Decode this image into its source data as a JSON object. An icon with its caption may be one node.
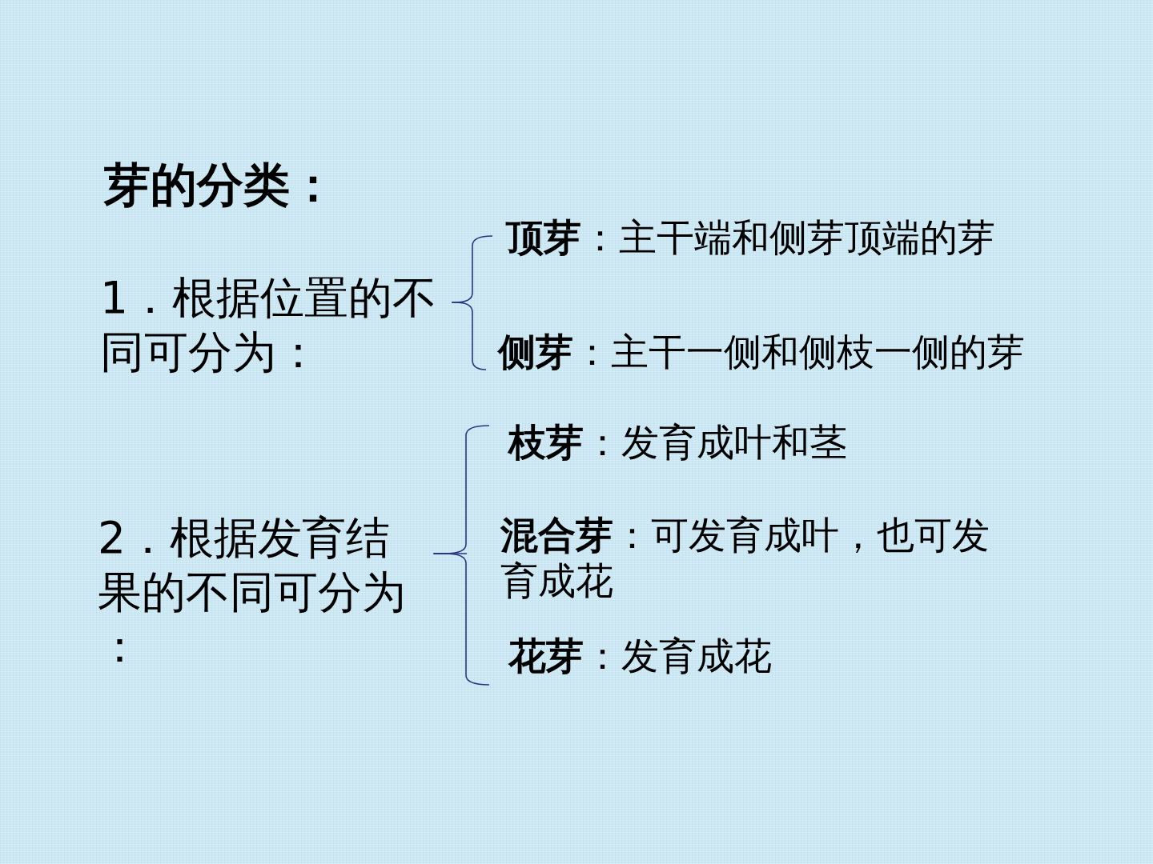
{
  "diagram": {
    "title": "芽的分类：",
    "nodes": [
      {
        "text": [
          "1．根据位置的不同可分为："
        ]
      },
      {
        "text": [
          "**顶芽**：主干端和侧芽顶端的芽"
        ]
      },
      {
        "text": [
          "**侧芽**：主干一侧和侧枝一侧的芽"
        ]
      },
      {
        "text": [
          "2．根据发育结果的不同可分为："
        ]
      },
      {
        "text": [
          "**枝芽**：发育成叶和茎"
        ]
      },
      {
        "text": [
          "**混合芽**：可发育成叶，也可发育成花"
        ]
      },
      {
        "text": [
          "**花芽**：发育成花"
        ]
      }
    ],
    "edges": [
      {
        "from": 0,
        "to": 1,
        "arrow": "none"
      },
      {
        "from": 0,
        "to": 2,
        "arrow": "none"
      },
      {
        "from": 3,
        "to": 4,
        "arrow": "none"
      },
      {
        "from": 3,
        "to": 5,
        "arrow": "none"
      },
      {
        "from": 3,
        "to": 6,
        "arrow": "none"
      }
    ]
  }
}
